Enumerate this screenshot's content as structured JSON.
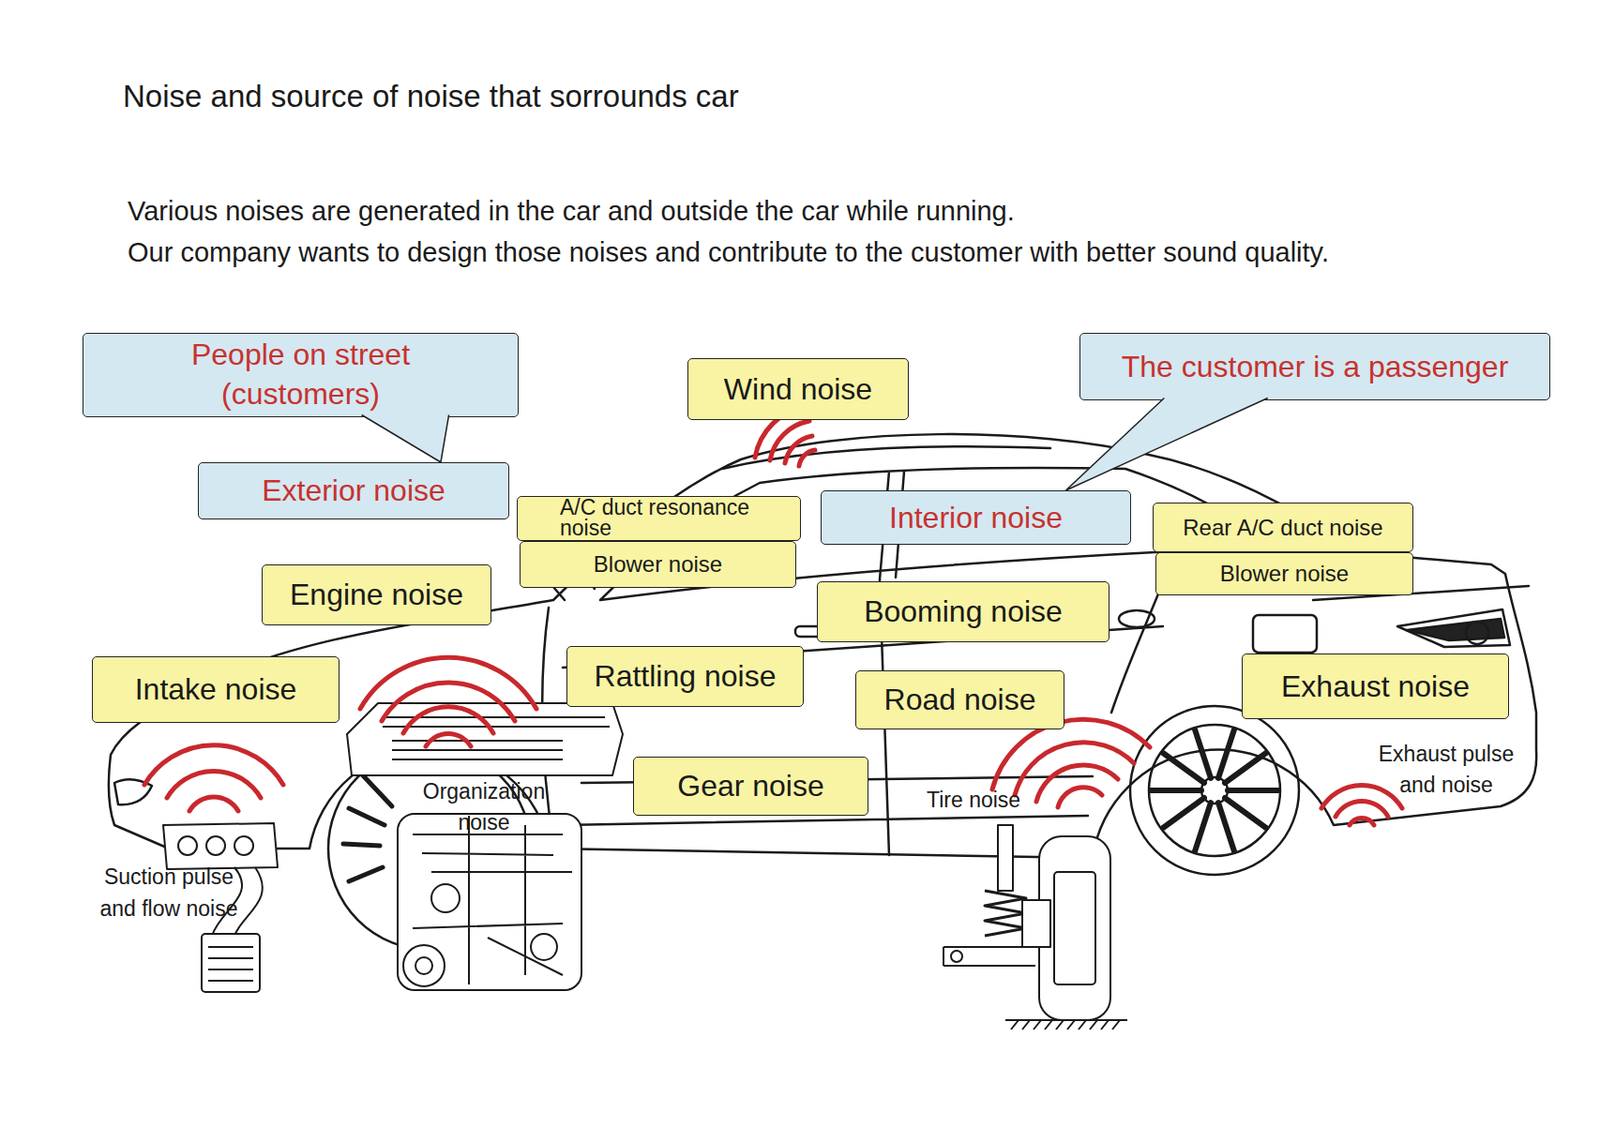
{
  "diagram": {
    "title": "Noise and source of noise that sorrounds car",
    "nodes": [
      {
        "text": [
          "People on street (customers)"
        ]
      },
      {
        "text": [
          "Wind noise"
        ]
      },
      {
        "text": [
          "The customer is a passenger"
        ]
      },
      {
        "text": [
          "Exterior noise"
        ]
      },
      {
        "text": [
          "A/C duct resonance noise"
        ]
      },
      {
        "text": [
          "Interior noise"
        ]
      },
      {
        "text": [
          "Rear A/C duct noise"
        ]
      },
      {
        "text": [
          "Blower noise"
        ]
      },
      {
        "text": [
          "Blower noise"
        ]
      },
      {
        "text": [
          "Engine noise"
        ]
      },
      {
        "text": [
          "Booming noise"
        ]
      },
      {
        "text": [
          "Intake noise"
        ]
      },
      {
        "text": [
          "Rattling noise"
        ]
      },
      {
        "text": [
          "Road noise"
        ]
      },
      {
        "text": [
          "Exhaust noise"
        ]
      },
      {
        "text": [
          "Gear noise"
        ]
      }
    ],
    "edges": [
      {
        "from": 0,
        "to": 3,
        "arrow": "none"
      },
      {
        "from": 2,
        "to": 5,
        "arrow": "none"
      }
    ],
    "labels": [
      "Various noises are generated in the car and outside the car while running.",
      "Our company wants to design those noises and contribute to the customer with better sound quality.",
      "Organization noise",
      "Suction pulse and flow noise",
      "Tire noise",
      "Exhaust pulse and noise"
    ]
  }
}
